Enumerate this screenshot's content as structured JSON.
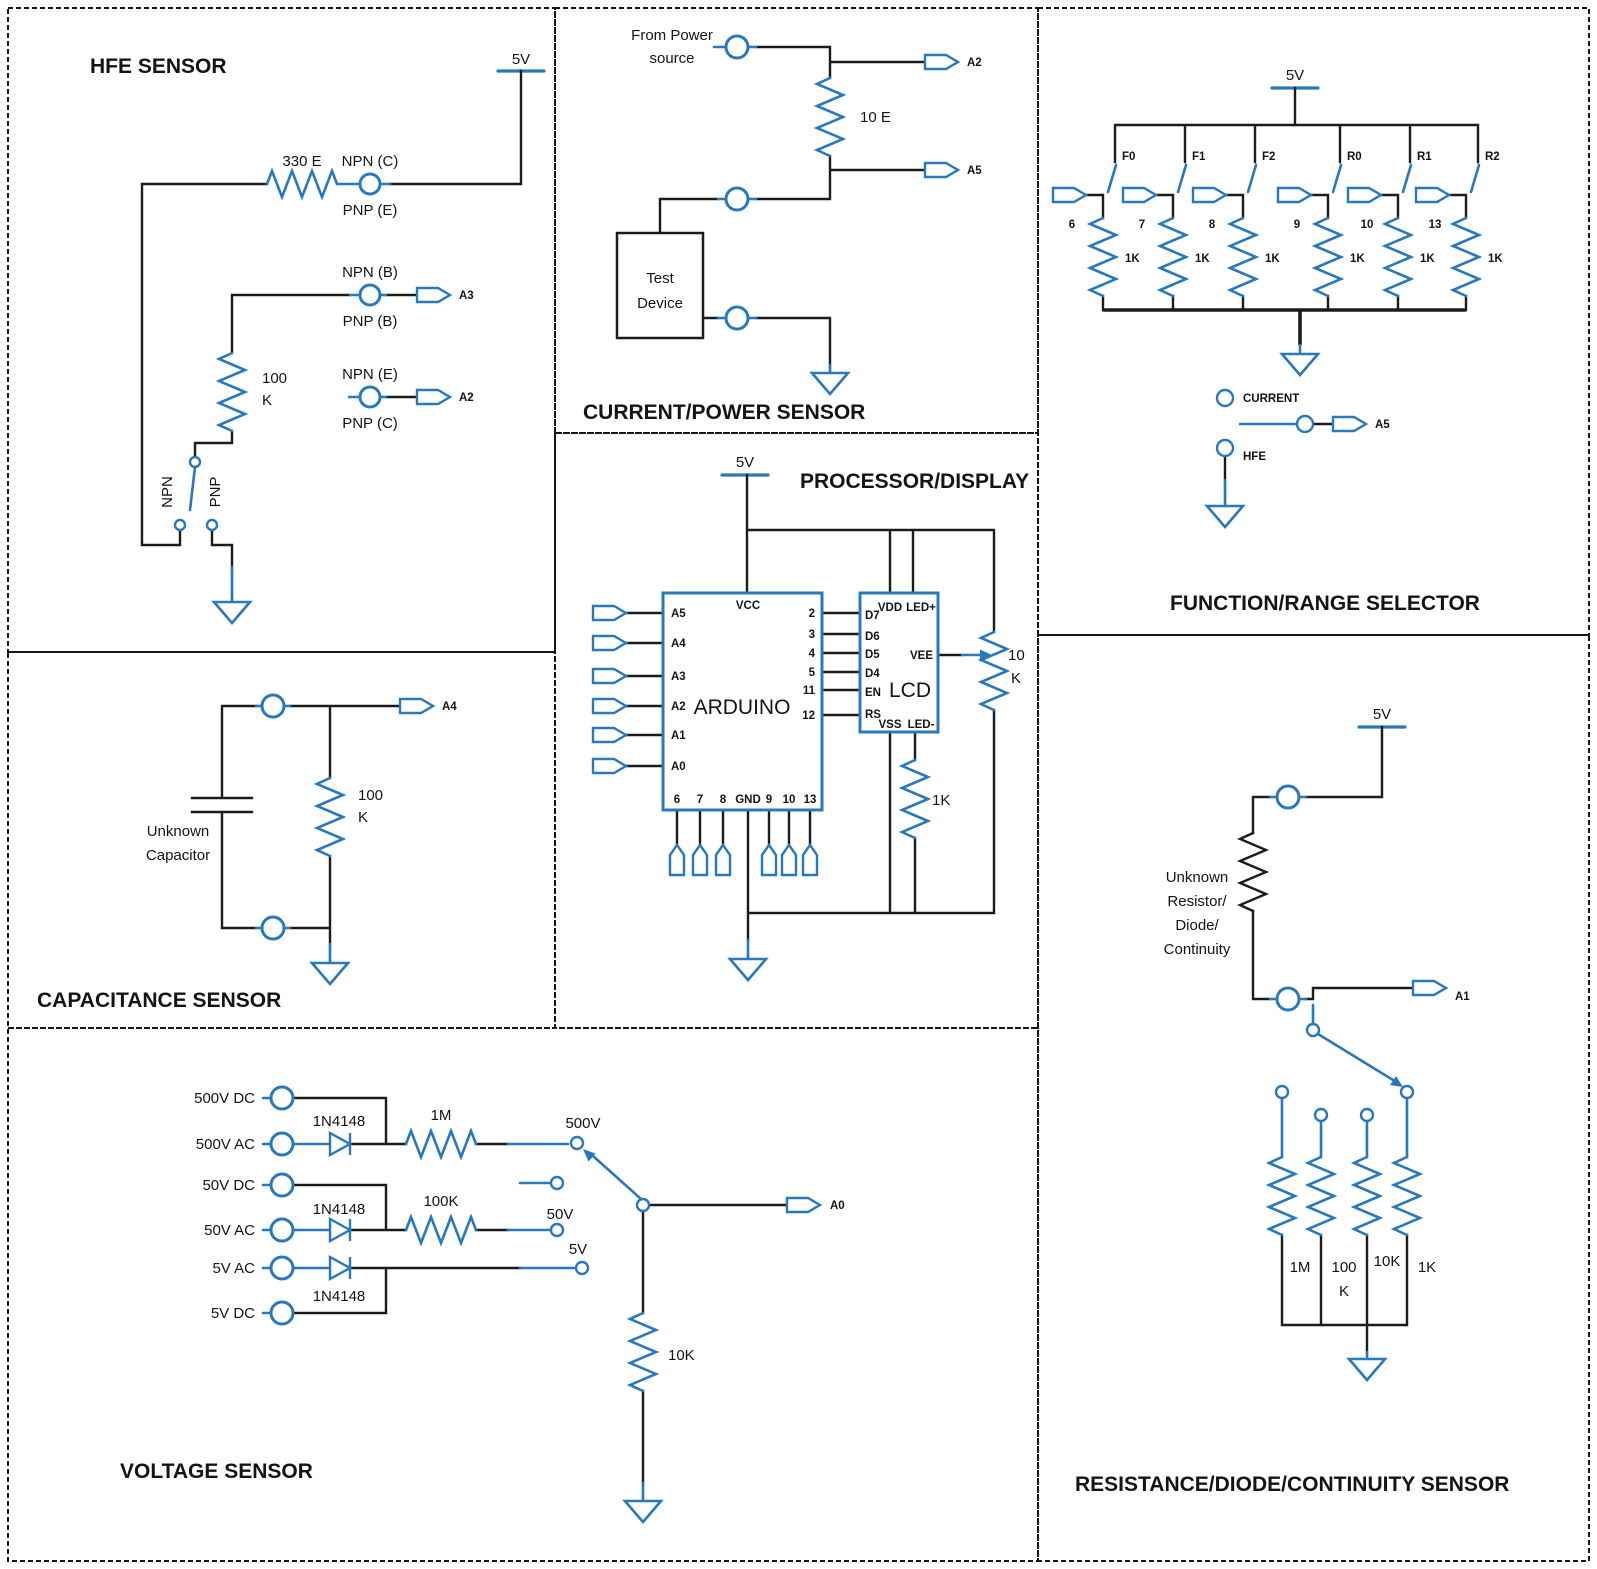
{
  "colors": {
    "accent_blue": "#2878BE",
    "wire_black": "#1b1b1b"
  },
  "hfe": {
    "title": "HFE SENSOR",
    "v5": "5V",
    "r330": "330 E",
    "npn_c": "NPN (C)",
    "pnp_e": "PNP (E)",
    "npn_b": "NPN (B)",
    "pnp_b": "PNP (B)",
    "r100_1": "100",
    "r100_2": "K",
    "npn_e": "NPN (E)",
    "pnp_c": "PNP (C)",
    "a3": "A3",
    "a2": "A2",
    "npn": "NPN",
    "pnp": "PNP"
  },
  "current": {
    "title": "CURRENT/POWER SENSOR",
    "src1": "From Power",
    "src2": "source",
    "r10": "10 E",
    "a2": "A2",
    "a5": "A5",
    "dev1": "Test",
    "dev2": "Device"
  },
  "func": {
    "title": "FUNCTION/RANGE SELECTOR",
    "v5": "5V",
    "switches": [
      "F0",
      "F1",
      "F2",
      "R0",
      "R1",
      "R2"
    ],
    "pins": [
      "6",
      "7",
      "8",
      "9",
      "10",
      "13"
    ],
    "res": [
      "1K",
      "1K",
      "1K",
      "1K",
      "1K",
      "1K"
    ],
    "current": "CURRENT",
    "hfe": "HFE",
    "a5": "A5"
  },
  "cap": {
    "title": "CAPACITANCE SENSOR",
    "unk1": "Unknown",
    "unk2": "Capacitor",
    "r1": "100",
    "r2": "K",
    "a4": "A4"
  },
  "proc": {
    "title": "PROCESSOR/DISPLAY",
    "v5": "5V",
    "mcu": "ARDUINO",
    "vcc": "VCC",
    "gnd": "GND",
    "left": [
      "A5",
      "A4",
      "A3",
      "A2",
      "A1",
      "A0"
    ],
    "right": [
      "2",
      "3",
      "4",
      "5",
      "11",
      "12"
    ],
    "bottom": [
      "6",
      "7",
      "8",
      "9",
      "10",
      "13"
    ],
    "lcd": "LCD",
    "lcd_left": [
      "D7",
      "D6",
      "D5",
      "D4",
      "EN",
      "RS"
    ],
    "vdd": "VDD",
    "led_p": "LED+",
    "vee": "VEE",
    "vss": "VSS",
    "led_m": "LED-",
    "pot1": "10",
    "pot2": "K",
    "r1k": "1K"
  },
  "volt": {
    "title": "VOLTAGE SENSOR",
    "rows": [
      "500V DC",
      "500V AC",
      "50V DC",
      "50V AC",
      "5V AC",
      "5V DC"
    ],
    "diode": "1N4148",
    "r1m": "1M",
    "r100k": "100K",
    "sel": [
      "500V",
      "50V",
      "5V"
    ],
    "a0": "A0",
    "r10k": "10K"
  },
  "res": {
    "title": "RESISTANCE/DIODE/CONTINUITY SENSOR",
    "v5": "5V",
    "unk": [
      "Unknown",
      "Resistor/",
      "Diode/",
      "Continuity"
    ],
    "a1": "A1",
    "r": [
      "1M",
      "100",
      "K",
      "10K",
      "1K"
    ]
  }
}
